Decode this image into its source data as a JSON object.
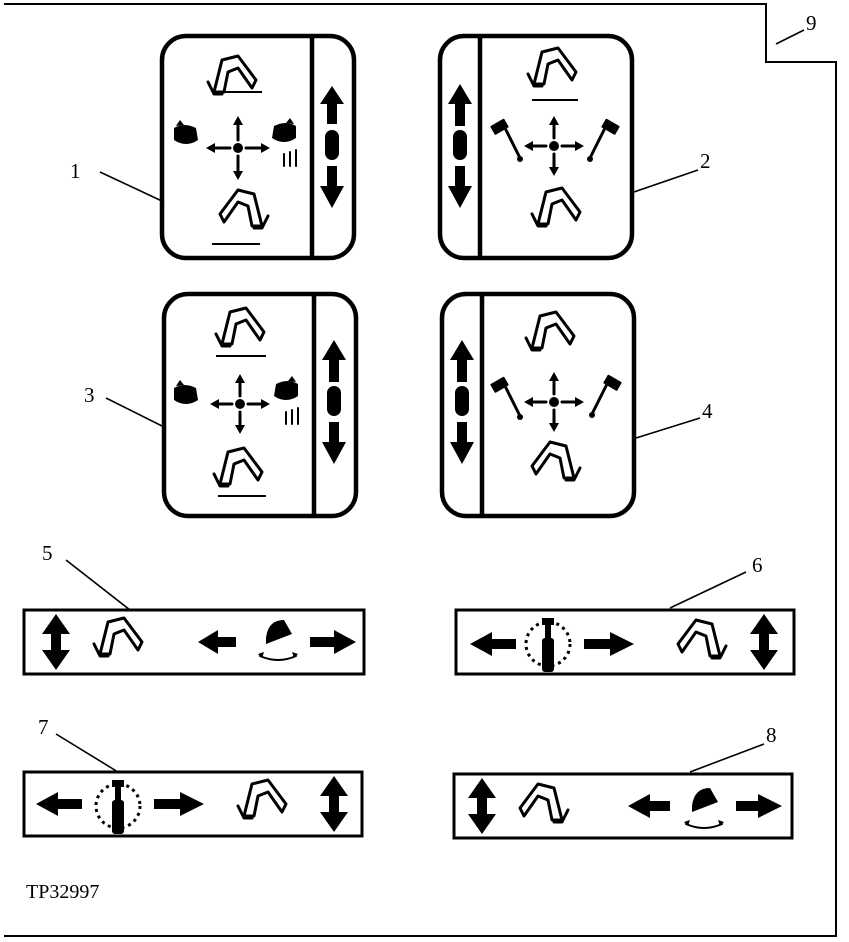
{
  "figure": {
    "id_label": "TP32997",
    "callouts": [
      "1",
      "2",
      "3",
      "4",
      "5",
      "6",
      "7",
      "8",
      "9"
    ]
  },
  "icons": [
    "boom-icon",
    "arm-icon",
    "bucket-icon",
    "swing-icon",
    "travel-lever-icon",
    "hammer-icon",
    "direction-arrow-icon"
  ]
}
